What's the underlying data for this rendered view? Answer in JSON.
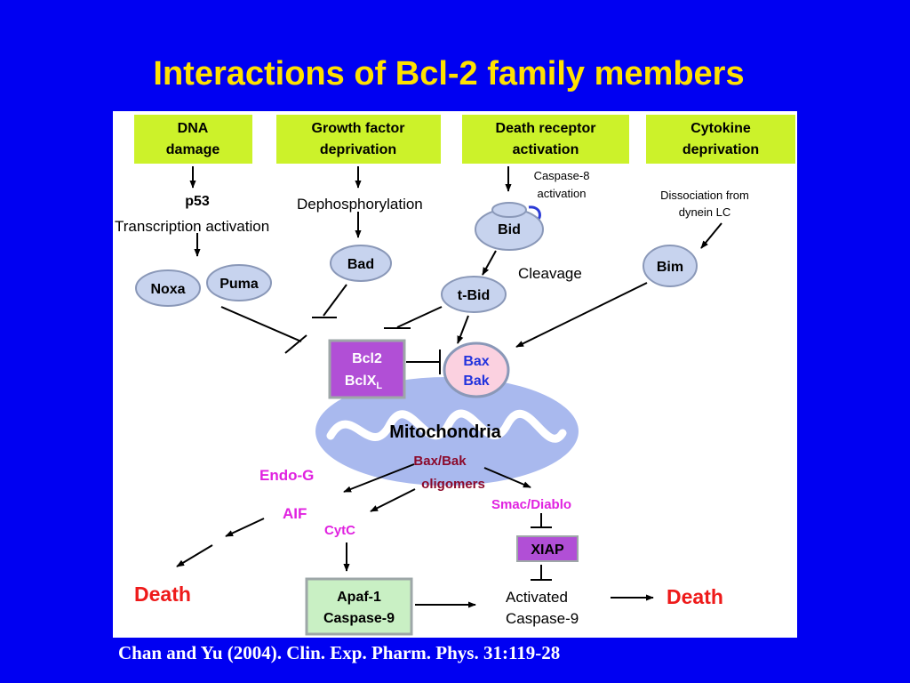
{
  "slide": {
    "title": "Interactions of Bcl-2 family members",
    "citation": "Chan and Yu (2004). Clin. Exp. Pharm. Phys. 31:119-28"
  },
  "colors": {
    "background": "#0000f2",
    "title": "#ffe100",
    "trigger_box": "#ccf22a",
    "ellipse_fill": "#c7d3ee",
    "ellipse_stroke": "#8a98b8",
    "mitochondria": "#a9b9ee",
    "inhibitor_box": "#b14fd6",
    "bax_bak_fill": "#fbd1e0",
    "bax_bak_text": "#2233dd",
    "magenta_text": "#e022e0",
    "oligomer_text": "#8b0a2c",
    "death_text": "#ee1a1a",
    "apaf_box": "#c9f0c4"
  },
  "triggers": {
    "dna_damage": [
      "DNA",
      "damage"
    ],
    "growth_factor": [
      "Growth factor",
      "deprivation"
    ],
    "death_receptor": [
      "Death receptor",
      "activation"
    ],
    "cytokine": [
      "Cytokine",
      "deprivation"
    ]
  },
  "labels": {
    "p53": "p53",
    "transcription": "Transcription activation",
    "dephosphorylation": "Dephosphorylation",
    "caspase8": [
      "Caspase-8",
      "activation"
    ],
    "dissociation": [
      "Dissociation from",
      "dynein LC"
    ],
    "cleavage": "Cleavage",
    "mitochondria": "Mitochondria",
    "oligomers": [
      "Bax/Bak",
      "oligomers"
    ],
    "endo_g": "Endo-G",
    "aif": "AIF",
    "cytc": "CytC",
    "smac": "Smac/Diablo",
    "activated_caspase9": [
      "Activated",
      "Caspase-9"
    ],
    "death_left": "Death",
    "death_right": "Death"
  },
  "proteins": {
    "noxa": "Noxa",
    "puma": "Puma",
    "bad": "Bad",
    "bid": "Bid",
    "tbid": "t-Bid",
    "bim": "Bim",
    "bax": "Bax",
    "bak": "Bak"
  },
  "boxes": {
    "bcl2": "Bcl2",
    "bclx": "BclX",
    "bclx_sub": "L",
    "xiap": "XIAP",
    "apaf": [
      "Apaf-1",
      "Caspase-9"
    ]
  }
}
